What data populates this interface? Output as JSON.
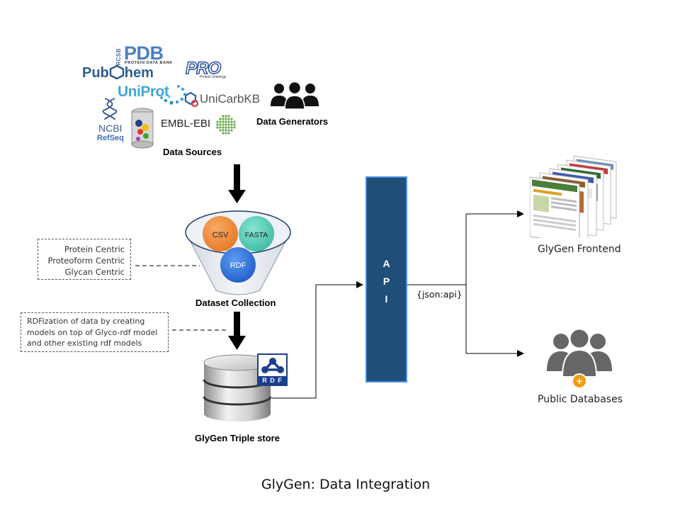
{
  "title": "GlyGen: Data Integration",
  "data_sources": {
    "label": "Data Sources",
    "logos": {
      "rcsb": "RCSB",
      "pdb": "PDB",
      "pdb_sub": "PROTEIN DATA BANK",
      "pubchem_pub": "Pub",
      "pubchem_hem": "hem",
      "pro": "PRO",
      "pro_sub": "Protein Ontology",
      "uniprot": "UniProt",
      "unicarbkb": "UniCarbKB",
      "ncbi": "NCBI",
      "refseq": "RefSeq",
      "emblebi": "EMBL-EBI"
    }
  },
  "data_generators": {
    "label": "Data Generators"
  },
  "dataset_collection": {
    "label": "Dataset Collection",
    "items": [
      "CSV",
      "FASTA",
      "RDF"
    ]
  },
  "centric_box": {
    "lines": [
      "Protein Centric",
      "Proteoform Centric",
      "Glycan Centric"
    ]
  },
  "rdfization_box": {
    "lines": [
      "RDFization of data by creating",
      "models on top of Glyco-rdf model",
      "and other existing rdf models"
    ]
  },
  "triple_store": {
    "label": "GlyGen Triple store",
    "rdf_badge": "R D F"
  },
  "api": {
    "letters": [
      "A",
      "P",
      "I"
    ],
    "format": "{json:api}"
  },
  "frontend": {
    "label": "GlyGen Frontend"
  },
  "public_db": {
    "label": "Public Databases",
    "badge": "+"
  },
  "colors": {
    "api_fill": "#1f4e79",
    "api_border": "#4a90e2",
    "csv": "#f0852d",
    "fasta": "#48c9b0",
    "rdf": "#2e6fd8",
    "people": "#111111",
    "public_db_people": "#666666",
    "plus_badge": "#f39c12"
  }
}
